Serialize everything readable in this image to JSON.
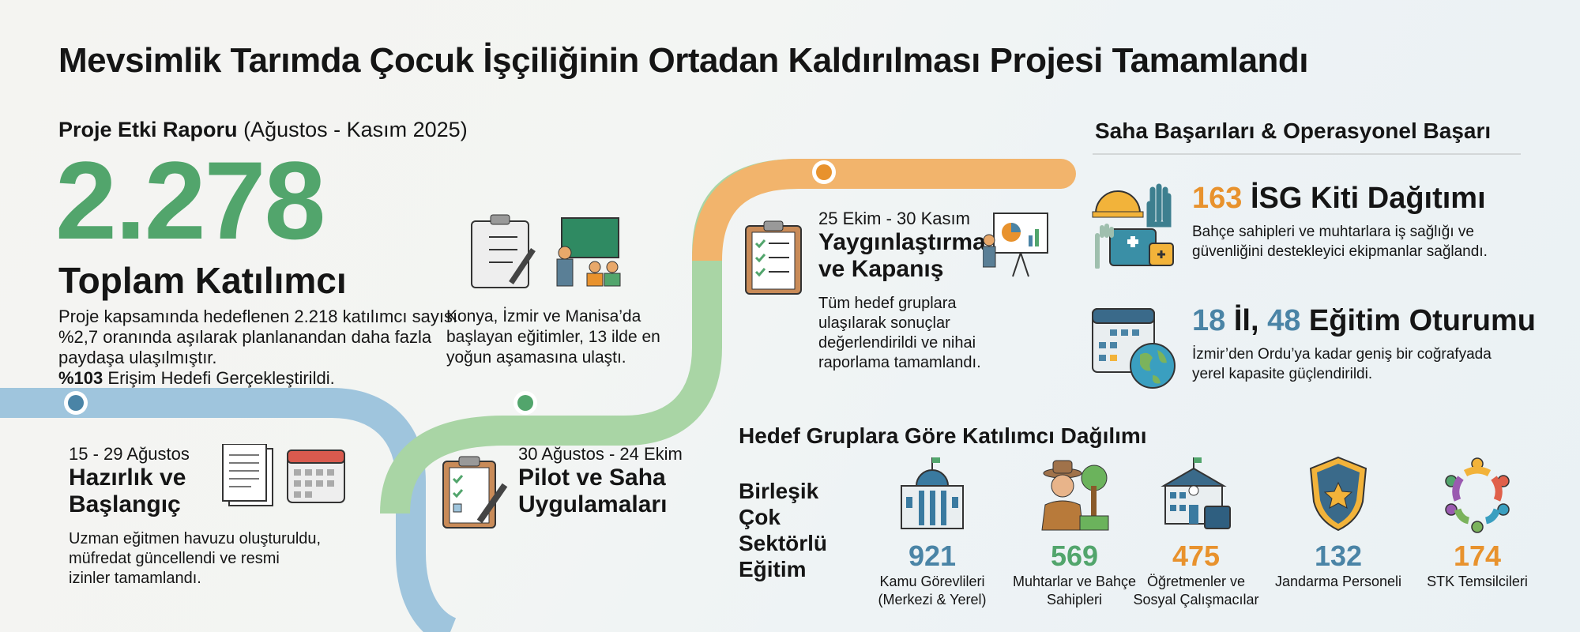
{
  "title": "Mevsimlik Tarımda Çocuk İşçiliğinin Ortadan Kaldırılması Projesi Tamamlandı",
  "report": {
    "label": "Proje Etki Raporu",
    "period": "(Ağustos - Kasım 2025)",
    "total": "2.278",
    "total_label": "Toplam Katılımcı",
    "description": "Proje kapsamında hedeflenen 2.218 katılımcı sayısı %2,7 oranında aşılarak planlanandan daha fazla paydaşa ulaşılmıştır.",
    "reach_value": "%103",
    "reach_label": "Erişim Hedefi Gerçekleştirildi."
  },
  "timeline": [
    {
      "date": "15 - 29 Ağustos",
      "title": "Hazırlık ve Başlangıç",
      "description": "Uzman eğitmen havuzu oluşturuldu, müfredat güncellendi ve resmi izinler tamamlandı."
    },
    {
      "date": "30 Ağustos - 24 Ekim",
      "title": "Pilot ve Saha Uygulamaları",
      "description": "Konya, İzmir ve Manisa’da başlayan eğitimler, 13 ilde en yoğun aşamasına ulaştı."
    },
    {
      "date": "25 Ekim - 30 Kasım",
      "title": "Yaygınlaştırma ve Kapanış",
      "description": "Tüm hedef gruplara ulaşılarak sonuçlar değerlendirildi ve nihai raporlama tamamlandı."
    }
  ],
  "achievements": {
    "heading": "Saha Başarıları & Operasyonel Başarı",
    "items": [
      {
        "n1": "163",
        "t1": " İSG Kiti Dağıtımı",
        "n2": "",
        "t2": "",
        "description": "Bahçe sahipleri ve muhtarlara iş sağlığı ve güvenliğini destekleyici ekipmanlar sağlandı."
      },
      {
        "n1": "18",
        "t1": " İl, ",
        "n2": "48",
        "t2": " Eğitim Oturumu",
        "description": "İzmir’den Ordu’ya kadar geniş bir coğrafyada yerel kapasite güçlendirildi."
      }
    ]
  },
  "groups": {
    "heading": "Hedef Gruplara Göre Katılımcı Dağılımı",
    "side_label": "Birleşik Çok Sektörlü Eğitim",
    "items": [
      {
        "value": "921",
        "label": "Kamu Görevlileri (Merkezi & Yerel)",
        "color": "#4a84a6"
      },
      {
        "value": "569",
        "label": "Muhtarlar ve Bahçe Sahipleri",
        "color": "#52a56c"
      },
      {
        "value": "475",
        "label": "Öğretmenler ve Sosyal Çalışmacılar",
        "color": "#e8922d"
      },
      {
        "value": "132",
        "label": "Jandarma Personeli",
        "color": "#4a84a6"
      },
      {
        "value": "174",
        "label": "STK Temsilcileri",
        "color": "#e8922d"
      }
    ]
  },
  "colors": {
    "green": "#52a56c",
    "blue": "#4a84a6",
    "orange": "#e8922d"
  }
}
